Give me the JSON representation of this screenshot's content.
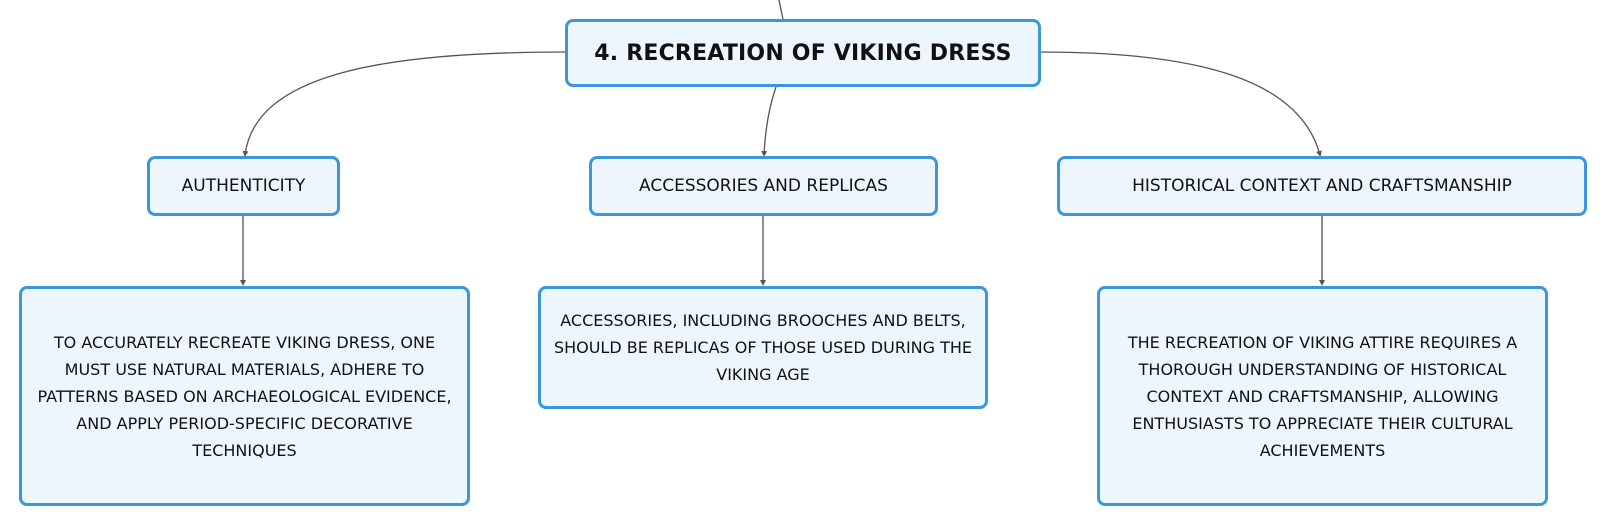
{
  "diagram": {
    "title": "4. RECREATION OF VIKING DRESS",
    "branches": [
      {
        "label": "AUTHENTICITY",
        "detail": "TO ACCURATELY RECREATE VIKING DRESS, ONE MUST USE NATURAL MATERIALS, ADHERE TO PATTERNS BASED ON ARCHAEOLOGICAL EVIDENCE, AND APPLY PERIOD-SPECIFIC DECORATIVE TECHNIQUES"
      },
      {
        "label": "ACCESSORIES AND REPLICAS",
        "detail": "ACCESSORIES, INCLUDING BROOCHES AND BELTS, SHOULD BE REPLICAS OF THOSE USED DURING THE VIKING AGE"
      },
      {
        "label": "HISTORICAL CONTEXT AND CRAFTSMANSHIP",
        "detail": "THE RECREATION OF VIKING ATTIRE REQUIRES A THOROUGH UNDERSTANDING OF HISTORICAL CONTEXT AND CRAFTSMANSHIP, ALLOWING ENTHUSIASTS TO APPRECIATE THEIR CULTURAL ACHIEVEMENTS"
      }
    ],
    "colors": {
      "node_border": "#3b97d8",
      "node_fill": "#eef6fd",
      "connector": "#555555",
      "text": "#111111"
    }
  }
}
